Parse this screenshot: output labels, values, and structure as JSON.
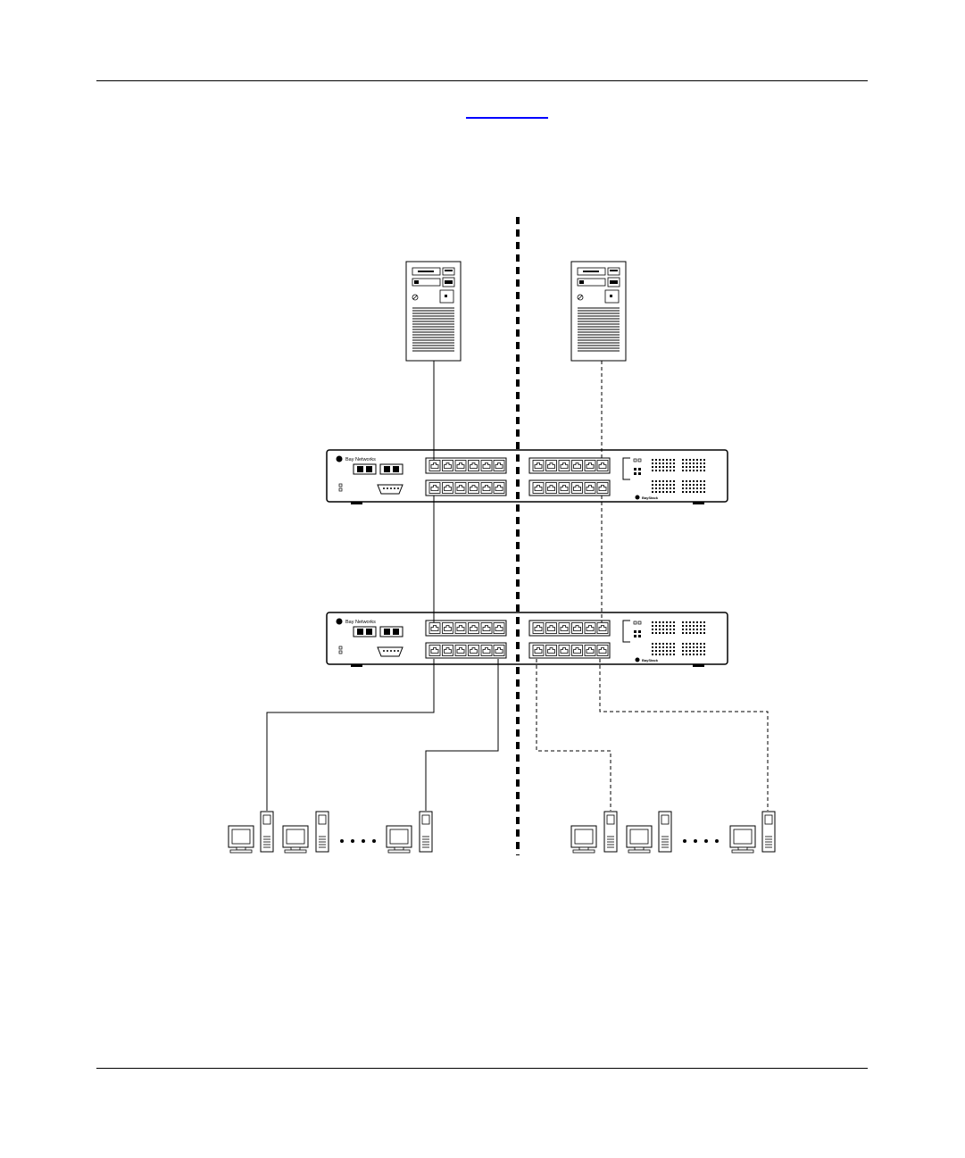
{
  "header": {
    "link_text": ""
  },
  "diagram": {
    "switches": [
      {
        "brand": "Bay Networks",
        "logo": "BayStack"
      },
      {
        "brand": "Bay Networks",
        "logo": "BayStack"
      }
    ],
    "servers": 2,
    "workstations_per_group": 3,
    "continuation": "• • • •"
  },
  "colors": {
    "line": "#000000",
    "link": "#0000ff",
    "background": "#ffffff"
  },
  "icons": [
    "server-tower-icon",
    "stackable-switch-icon",
    "workstation-icon",
    "ellipsis-icon"
  ]
}
